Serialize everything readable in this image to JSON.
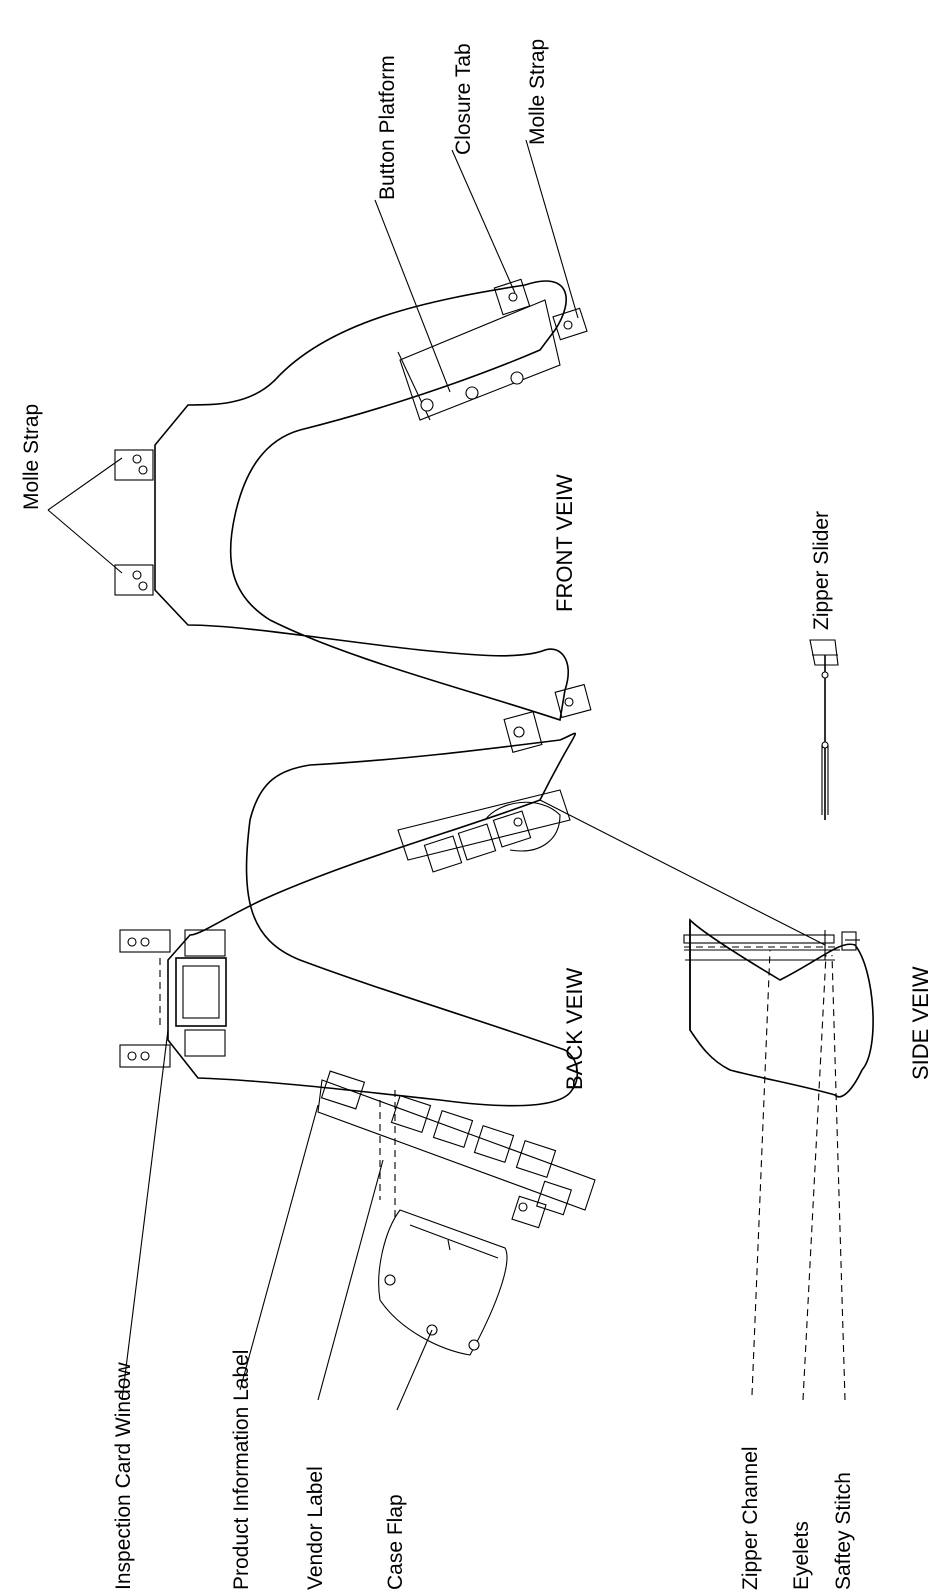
{
  "labels": {
    "inspection_card_window": "Inspection Card Window",
    "product_information_label": "Product Information Label",
    "vendor_label": "Vendor Label",
    "case_flap": "Case Flap",
    "zipper_channel": "Zipper Channel",
    "eyelets": "Eyelets",
    "saftey_stitch": "Saftey Stitch",
    "button_platform": "Button Platform",
    "closure_tab": "Closure Tab",
    "molle_strap_right": "Molle Strap",
    "molle_strap_top": "Molle Strap",
    "zipper_slider": "Zipper Slider"
  },
  "views": {
    "front": "FRONT VEIW",
    "back": "BACK VEIW",
    "side": "SIDE VEIW"
  }
}
